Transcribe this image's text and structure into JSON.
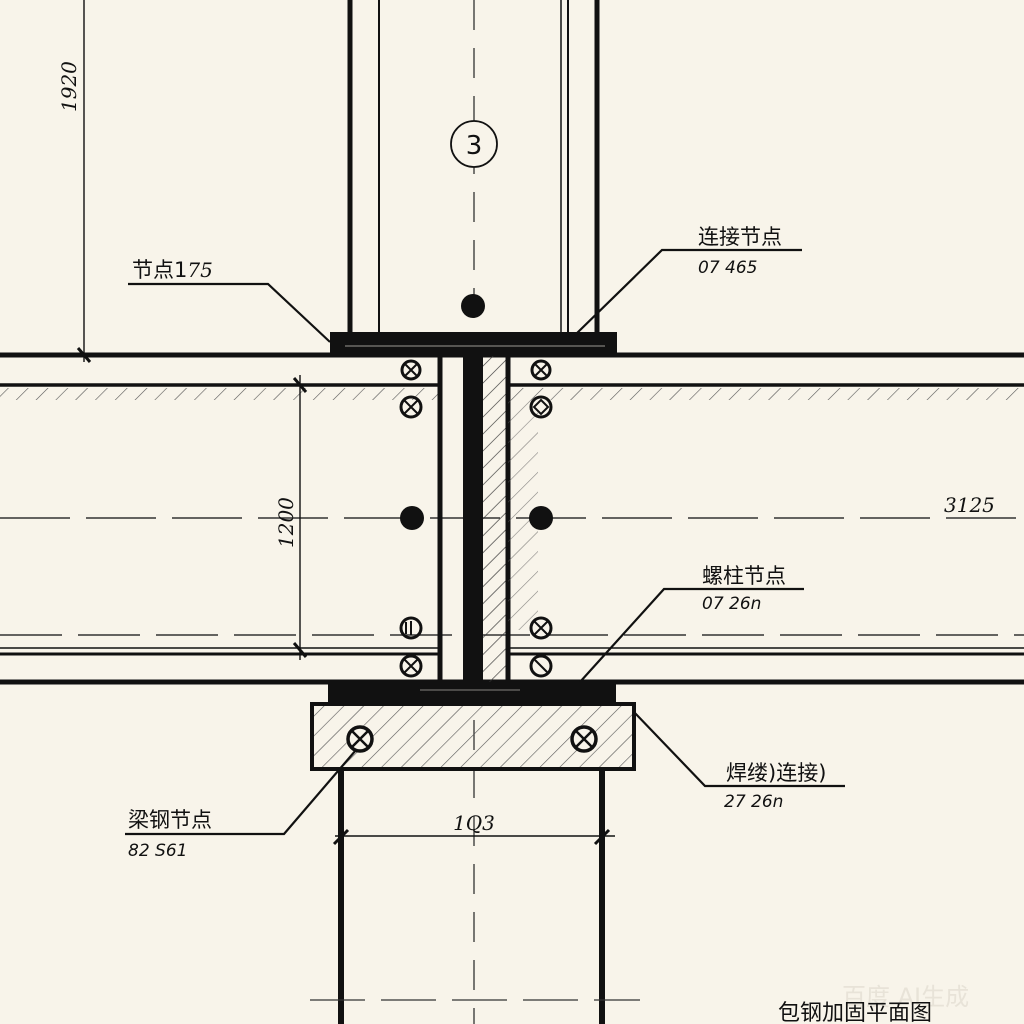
{
  "drawing": {
    "title": "包钢加固平面图",
    "background": "#f8f4ea",
    "ink": "#111111",
    "watermark": "百度 AI生成",
    "axis_marker": "3",
    "dimensions": {
      "top_left_vertical": "1920",
      "mid_left_vertical": "1200",
      "right_horizontal": "3125",
      "bottom_horizontal": "1Q3"
    },
    "callouts": [
      {
        "id": "node-1",
        "label": "节点1",
        "suffix": "75",
        "code": ""
      },
      {
        "id": "connection-node",
        "label": "连接节点",
        "code": "07 465"
      },
      {
        "id": "column-node",
        "label": "螺柱节点",
        "code": "07 26n"
      },
      {
        "id": "weld-connection",
        "label": "焊缕)连接)",
        "code": "27 26n"
      },
      {
        "id": "beam-steel-node",
        "label": "梁钢节点",
        "code": "82 S61"
      }
    ]
  }
}
